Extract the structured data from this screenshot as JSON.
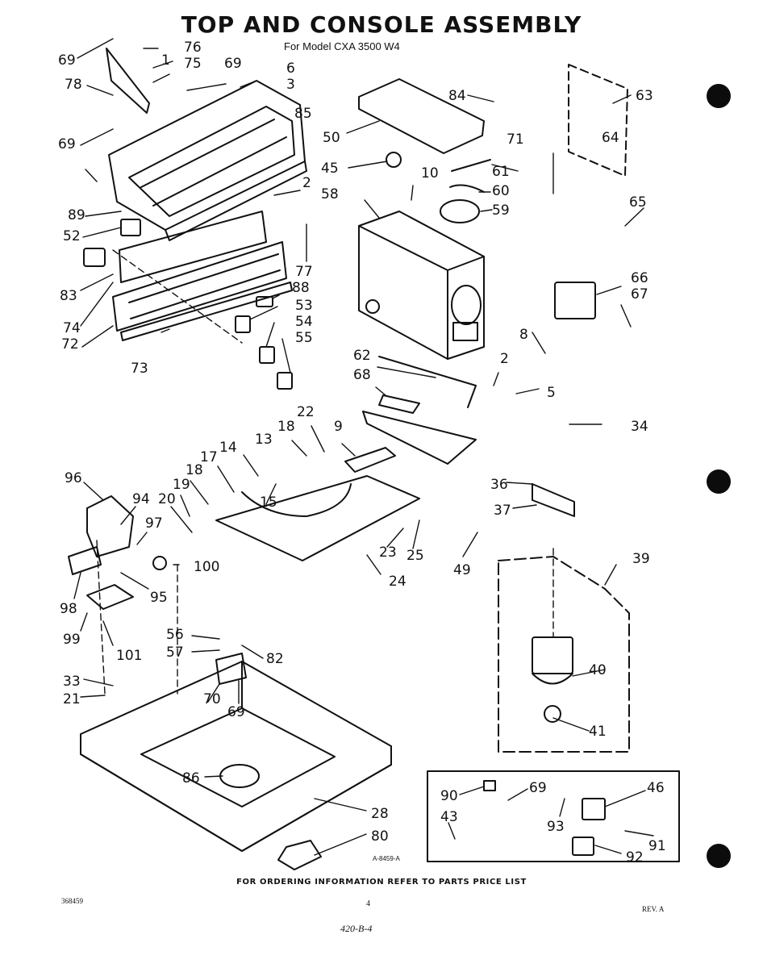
{
  "header": {
    "title": "TOP AND CONSOLE ASSEMBLY",
    "subtitle": "For Model  CXA 3500 W4"
  },
  "footer": {
    "ordering_note": "FOR ORDERING INFORMATION REFER TO PARTS PRICE LIST",
    "document_number": "368459",
    "page_number": "4",
    "revision": "REV. A",
    "handwritten_note": "420-B-4",
    "illustration_code": "A-8459-A"
  },
  "part_labels": [
    "69",
    "76",
    "1",
    "75",
    "69",
    "6",
    "3",
    "78",
    "85",
    "69",
    "2",
    "89",
    "52",
    "83",
    "74",
    "72",
    "73",
    "77",
    "88",
    "53",
    "54",
    "55",
    "84",
    "50",
    "45",
    "10",
    "61",
    "60",
    "59",
    "58",
    "71",
    "63",
    "64",
    "65",
    "66",
    "67",
    "8",
    "2",
    "5",
    "62",
    "68",
    "34",
    "22",
    "18",
    "9",
    "13",
    "14",
    "17",
    "18",
    "19",
    "20",
    "15",
    "96",
    "94",
    "97",
    "100",
    "98",
    "95",
    "99",
    "101",
    "23",
    "25",
    "24",
    "36",
    "37",
    "49",
    "39",
    "40",
    "41",
    "56",
    "57",
    "82",
    "33",
    "21",
    "70",
    "69",
    "86",
    "28",
    "80",
    "90",
    "69",
    "46",
    "43",
    "93",
    "91",
    "92"
  ],
  "colors": {
    "ink": "#111111",
    "paper": "#ffffff"
  }
}
